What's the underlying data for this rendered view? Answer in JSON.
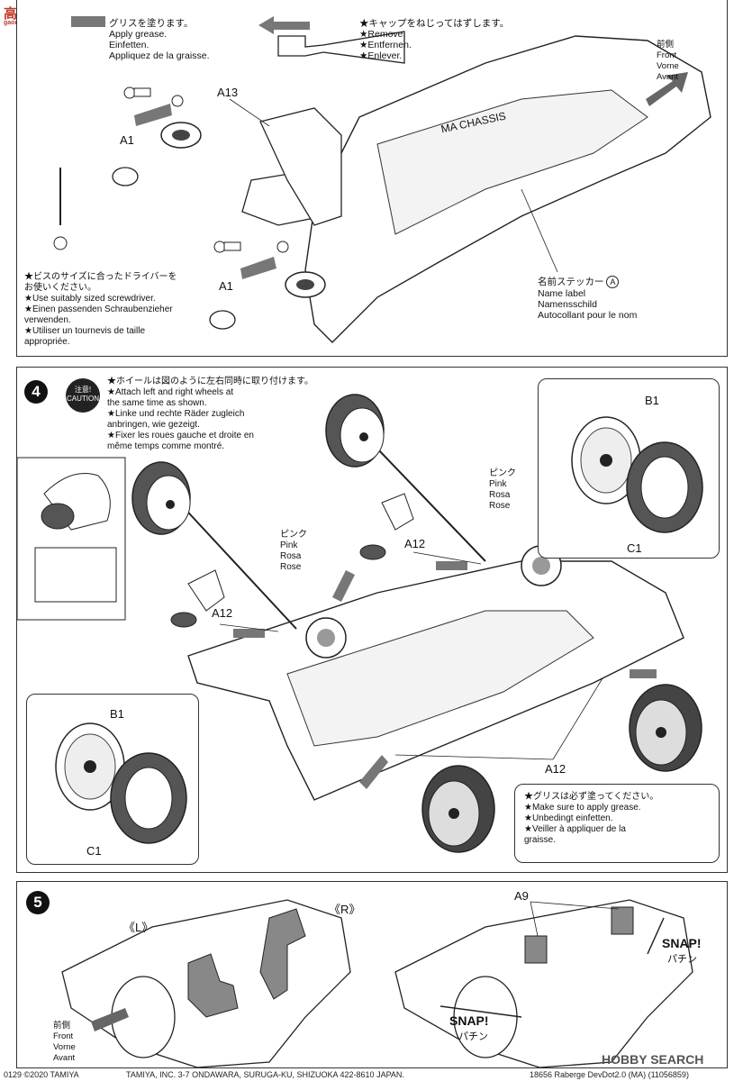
{
  "watermark_top": "高模网",
  "watermark_top_sub": "gaomoxing.com",
  "step3": {
    "grease_note": "グリスを塗ります。\nApply grease.\nEinfetten.\nAppliquez de la graisse.",
    "cap_note": "★キャップをねじってはずします。\n★Remove.\n★Entfernen.\n★Enlever.",
    "front_label": "前側\nFront\nVorne\nAvant",
    "part_a13": "A13",
    "part_a1_top": "A1",
    "part_a1_bottom": "A1",
    "chassis_text": "MA CHASSIS",
    "driver_note": "★ビスのサイズに合ったドライバーを\nお使いください。\n★Use suitably sized screwdriver.\n★Einen passenden Schraubenzieher\nverwenden.\n★Utiliser un tournevis de taille\nappropriée.",
    "name_label": "名前ステッカー",
    "name_label_circle": "A",
    "name_label_rest": "Name label\nNamensschild\nAutocollant pour le nom"
  },
  "step4": {
    "number": "4",
    "caution_top": "注意!",
    "caution_bottom": "CAUTION",
    "wheel_note": "★ホイールは図のように左右同時に取り付けます。\n★Attach left and right wheels at\nthe same time as shown.\n★Linke und rechte Räder zugleich\nanbringen, wie gezeigt.\n★Fixer les roues gauche et droite en\nmême temps comme montré.",
    "part_b1_right": "B1",
    "part_c1_right": "C1",
    "part_b1_left": "B1",
    "part_c1_left": "C1",
    "pink_left": "ピンク\nPink\nRosa\nRose",
    "pink_right": "ピンク\nPink\nRosa\nRose",
    "part_a12_a": "A12",
    "part_a12_b": "A12",
    "part_a12_c": "A12",
    "grease_note": "★グリスは必ず塗ってください。\n★Make sure to apply grease.\n★Unbedingt einfetten.\n★Veiller à appliquer de la\ngraisse."
  },
  "step5": {
    "number": "5",
    "left_mark": "《L》",
    "right_mark": "《R》",
    "part_a9": "A9",
    "front_label": "前側\nFront\nVorne\nAvant",
    "snap_right": "SNAP!",
    "snap_right_jp": "パチン",
    "snap_left": "SNAP!",
    "snap_left_jp": "パチン"
  },
  "footer": {
    "left": "0129 ©2020 TAMIYA",
    "center": "TAMIYA, INC. 3-7 ONDAWARA, SURUGA-KU, SHIZUOKA 422-8610 JAPAN.",
    "right": "18656 Raberge DevDot2.0 (MA) (11056859)"
  },
  "watermark_bottom": "HOBBY SEARCH"
}
